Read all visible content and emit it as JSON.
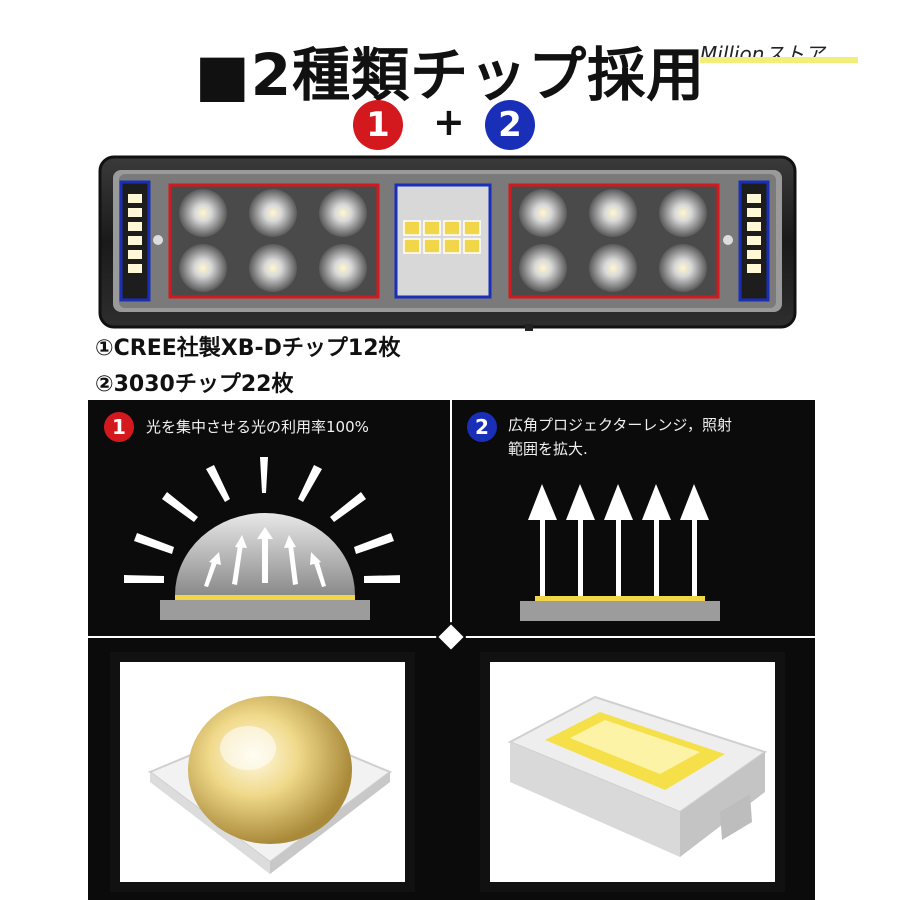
{
  "title": "■2種類チップ採用",
  "brand": "Millionストア",
  "badges": {
    "one": "1",
    "plus": "+",
    "two": "2"
  },
  "chips": {
    "cree": "①CREE社製XB-Dチップ12枚",
    "smd": "②3030チップ22枚"
  },
  "panels": {
    "left": {
      "badge": "1",
      "text": "光を集中させる光の利用率100%"
    },
    "right": {
      "badge": "2",
      "line1": "広角プロジェクターレンジ，照射",
      "line2": "範囲を拡大."
    }
  },
  "colors": {
    "red": "#d4191e",
    "blue": "#1a2fb8",
    "dark": "#0b0b0b",
    "yellow": "#f2d64a"
  }
}
